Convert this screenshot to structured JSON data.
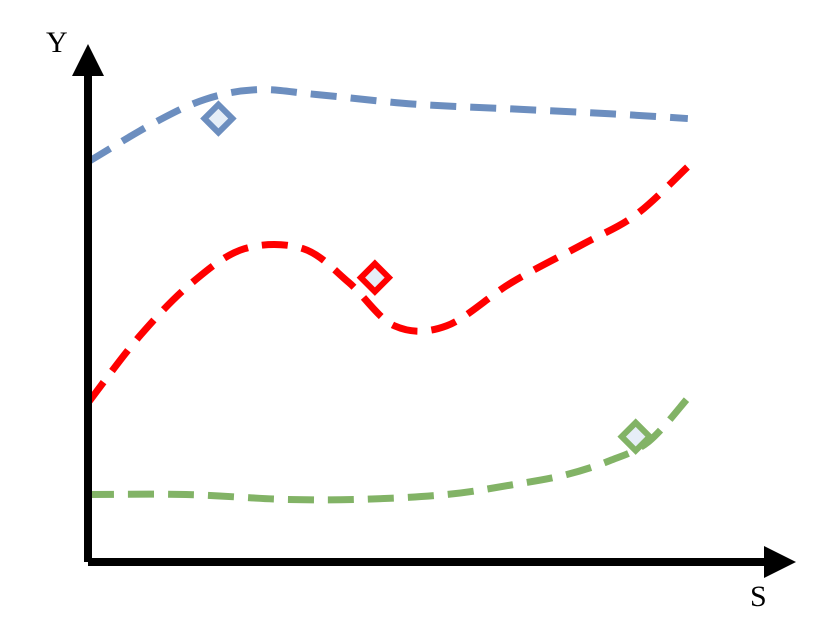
{
  "chart_data": {
    "type": "line",
    "xlabel": "S",
    "ylabel": "Y",
    "xlim": [
      0,
      100
    ],
    "ylim": [
      0,
      100
    ],
    "grid": false,
    "legend": "none",
    "axis_color": "#000000",
    "series": [
      {
        "color": "#6c8ebf",
        "dashed": true,
        "x": [
          0,
          10,
          18,
          26,
          35,
          50,
          65,
          80,
          92
        ],
        "y": [
          83,
          91,
          96,
          98,
          97,
          95,
          94,
          93,
          92
        ],
        "marker": {
          "shape": "diamond",
          "x": 20,
          "y": 92
        }
      },
      {
        "color": "#ff0000",
        "dashed": true,
        "x": [
          0,
          8,
          16,
          24,
          33,
          40,
          47,
          55,
          65,
          76,
          84,
          92
        ],
        "y": [
          33,
          47,
          58,
          65,
          65,
          58,
          49,
          49,
          58,
          66,
          72,
          82
        ],
        "marker": {
          "shape": "diamond",
          "x": 44,
          "y": 59
        }
      },
      {
        "color": "#82b366",
        "dashed": true,
        "x": [
          0,
          15,
          30,
          42,
          55,
          65,
          73,
          80,
          86,
          92
        ],
        "y": [
          14,
          14,
          13,
          13,
          14,
          16,
          18,
          21,
          25,
          34
        ],
        "marker": {
          "shape": "diamond",
          "x": 84,
          "y": 26
        }
      }
    ]
  }
}
